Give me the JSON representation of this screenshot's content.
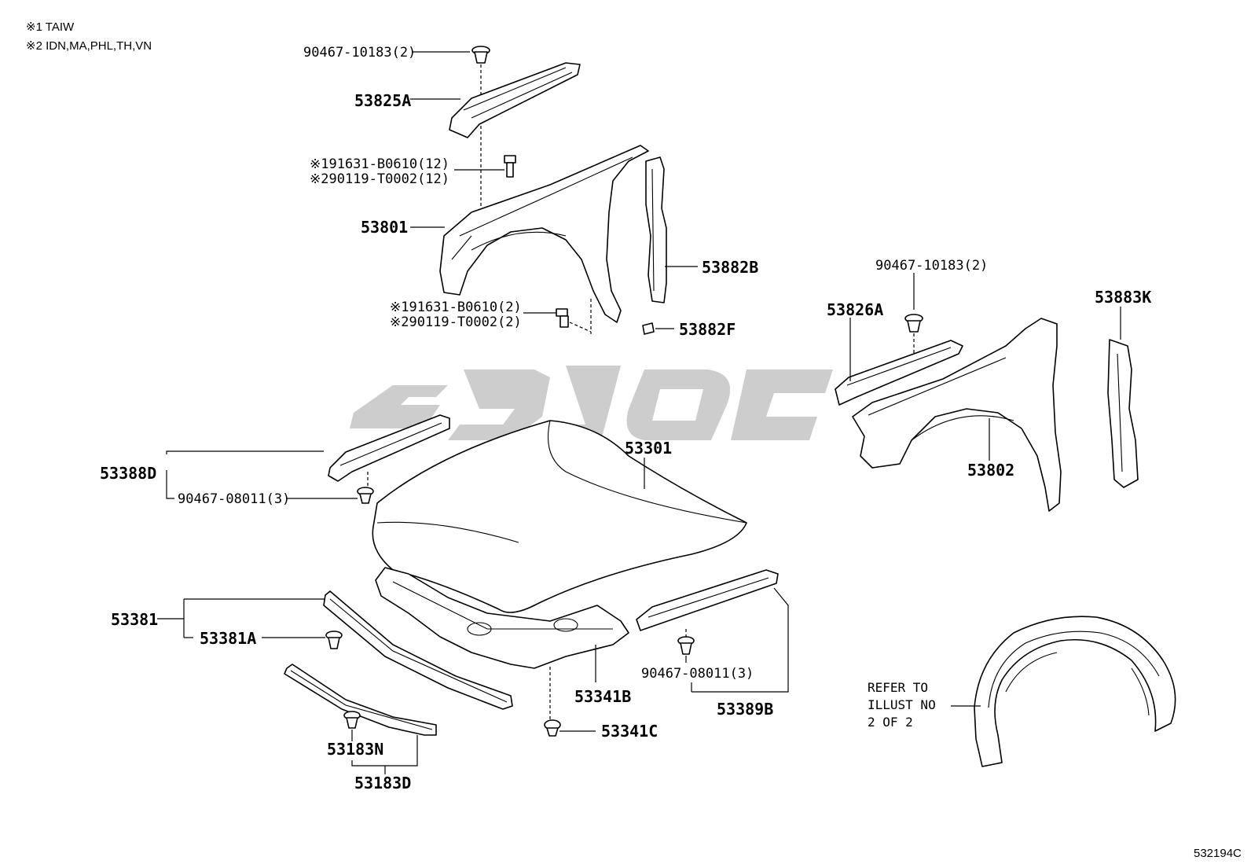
{
  "notes": {
    "note1": "※1 TAIW",
    "note2": "※2 IDN,MA,PHL,TH,VN"
  },
  "labels": {
    "clip_90467_10183_top": "90467-10183(2)",
    "p53825A": "53825A",
    "bolt_91631_b0610_12": "※191631-B0610(12)",
    "bolt_90119_t0002_12": "※290119-T0002(12)",
    "p53801": "53801",
    "p53882B": "53882B",
    "bolt_91631_b0610_2": "※191631-B0610(2)",
    "bolt_90119_t0002_2": "※290119-T0002(2)",
    "p53882F": "53882F",
    "clip_90467_10183_right": "90467-10183(2)",
    "p53826A": "53826A",
    "p53883K": "53883K",
    "p53802": "53802",
    "p53388D": "53388D",
    "clip_90467_08011_left": "90467-08011(3)",
    "p53301": "53301",
    "p53381": "53381",
    "p53381A": "53381A",
    "p53341B": "53341B",
    "clip_90467_08011_right": "90467-08011(3)",
    "p53389B": "53389B",
    "p53341C": "53341C",
    "p53183N": "53183N",
    "p53183D": "53183D",
    "refer_line1": "REFER TO",
    "refer_line2": "ILLUST NO",
    "refer_line3": "2 OF 2",
    "figure_code": "532194C"
  }
}
